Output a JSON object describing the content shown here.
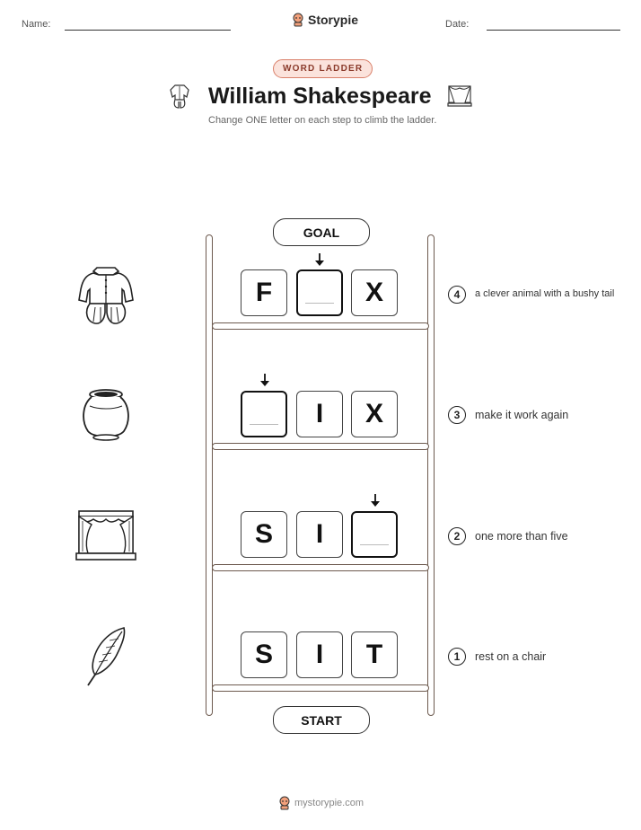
{
  "header": {
    "name_label": "Name:",
    "date_label": "Date:",
    "brand": "Storypie"
  },
  "activity": {
    "tag": "WORD LADDER",
    "title": "William Shakespeare",
    "instructions": "Change ONE letter on each step to climb the ladder."
  },
  "ladder": {
    "goal_label": "GOAL",
    "start_label": "START",
    "steps": [
      {
        "number": "4",
        "letters": [
          "F",
          "",
          "X"
        ],
        "blank_index": 1,
        "clue": "a clever animal with a bushy tail",
        "picture": "doublet-costume-icon"
      },
      {
        "number": "3",
        "letters": [
          "",
          "I",
          "X"
        ],
        "blank_index": 0,
        "clue": "make it work again",
        "picture": "pot-icon"
      },
      {
        "number": "2",
        "letters": [
          "S",
          "I",
          ""
        ],
        "blank_index": 2,
        "clue": "one more than five",
        "picture": "theater-stage-icon"
      },
      {
        "number": "1",
        "letters": [
          "S",
          "I",
          "T"
        ],
        "blank_index": -1,
        "clue": "rest on a chair",
        "picture": "quill-feather-icon"
      }
    ]
  },
  "footer": {
    "site": "mystorypie.com"
  },
  "colors": {
    "accent_pill_bg": "#fbe3dc",
    "accent_pill_border": "#d9806a",
    "ladder_wood": "#6d5a4f"
  }
}
